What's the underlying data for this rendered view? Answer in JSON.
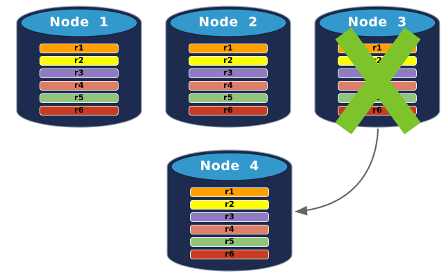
{
  "nodes": [
    {
      "label": "Node  1",
      "status": "active"
    },
    {
      "label": "Node  2",
      "status": "active"
    },
    {
      "label": "Node  3",
      "status": "failed"
    },
    {
      "label": "Node  4",
      "status": "active"
    }
  ],
  "records": [
    {
      "label": "r1",
      "color": "#FFA000"
    },
    {
      "label": "r2",
      "color": "#FFFF00"
    },
    {
      "label": "r3",
      "color": "#8E7CC3"
    },
    {
      "label": "r4",
      "color": "#DE7E68"
    },
    {
      "label": "r5",
      "color": "#93C47D"
    },
    {
      "label": "r6",
      "color": "#C93B20"
    }
  ],
  "arrow": {
    "from": "Node 3",
    "to": "Node 4"
  },
  "colors": {
    "cylinder_body": "#1C2B4E",
    "cylinder_edge": "#9aa3b5",
    "cylinder_top": "#3399CC",
    "cylinder_top_edge": "#16233f",
    "record_border": "#EEEEEE",
    "title_text": "#FFFFFF",
    "failure_x": "#7CC32C",
    "arrow": "#666666"
  }
}
